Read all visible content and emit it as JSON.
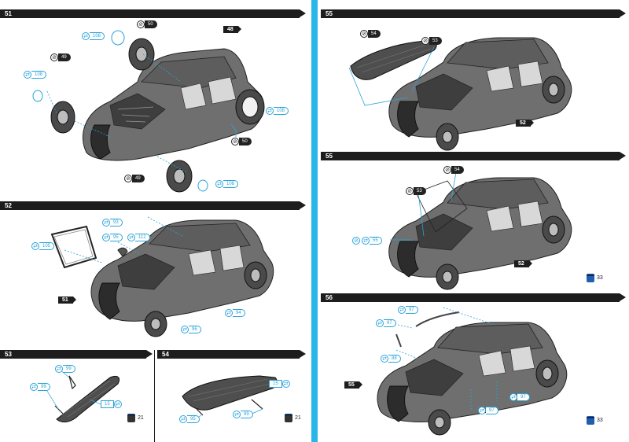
{
  "steps": {
    "s51": {
      "number": "51"
    },
    "s52": {
      "number": "52"
    },
    "s53": {
      "number": "53"
    },
    "s54": {
      "number": "54"
    },
    "s55a": {
      "number": "55"
    },
    "s55b": {
      "number": "55"
    },
    "s56": {
      "number": "56"
    }
  },
  "parts": {
    "p48": "48",
    "p49a": "49",
    "p49b": "49",
    "p50a": "50",
    "p50b": "50",
    "p51": "51",
    "p52a": "52",
    "p52b": "52",
    "p53a": "53",
    "p53b": "53",
    "p54a": "54",
    "p54b": "54",
    "p55": "55"
  },
  "callouts": {
    "c108a": "108",
    "c108b": "108",
    "c108c": "108",
    "c108d": "108",
    "c93": "93",
    "c95": "95",
    "c112": "112",
    "c105": "105",
    "c96": "96",
    "c94": "94",
    "c99a": "99",
    "c99b": "99",
    "c15a": "15",
    "c15b": "15",
    "c99c": "99",
    "c95b": "95",
    "c97a": "97",
    "c97b": "97",
    "c97c": "97",
    "c97d": "97",
    "c88": "88",
    "c55": "55"
  },
  "paint": {
    "p21a": "21",
    "p21b": "21",
    "p33a": "33",
    "p33b": "33"
  },
  "colors": {
    "accent": "#29b6e8",
    "dark": "#1d1d1d",
    "body": "#6b6b6b"
  }
}
